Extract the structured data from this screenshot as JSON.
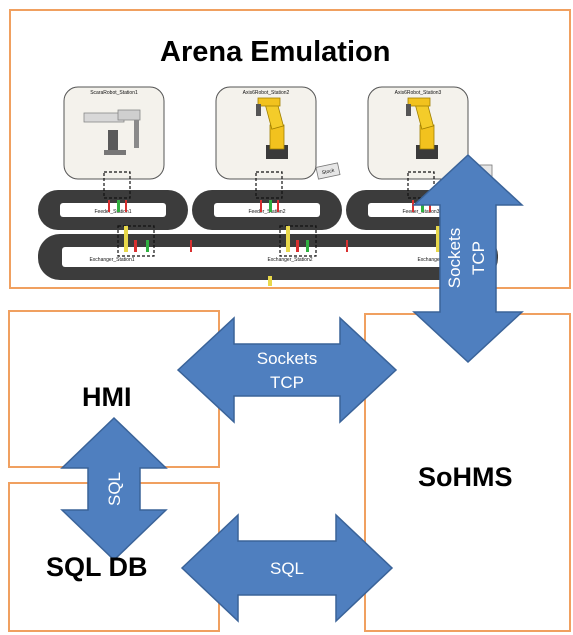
{
  "arena": {
    "title": "Arena Emulation",
    "stations": [
      {
        "robot": "ScaraRobot_Station1",
        "feeder": "Feeder_Station1",
        "exchanger": "Exchanger_Station1"
      },
      {
        "robot": "Axis6Robot_Station2",
        "feeder": "Feeder_Station2",
        "exchanger": "Exchanger_Station2"
      },
      {
        "robot": "Axis6Robot_Station3",
        "feeder": "Feeder_Station3",
        "exchanger": "Exchanger_Station3"
      }
    ],
    "stock_label": "Stock"
  },
  "blocks": {
    "hmi": "HMI",
    "sql_db": "SQL DB",
    "sohms": "SoHMS"
  },
  "links": {
    "arena_sohms": {
      "line1": "Sockets",
      "line2": "TCP"
    },
    "hmi_sohms": {
      "line1": "Sockets",
      "line2": "TCP"
    },
    "hmi_sqldb": "SQL",
    "sqldb_sohms": "SQL"
  },
  "colors": {
    "box_border": "#f0a060",
    "arrow_fill": "#4f7fbf",
    "arrow_stroke": "#3a6399",
    "conveyor": "#3c3c3c"
  }
}
